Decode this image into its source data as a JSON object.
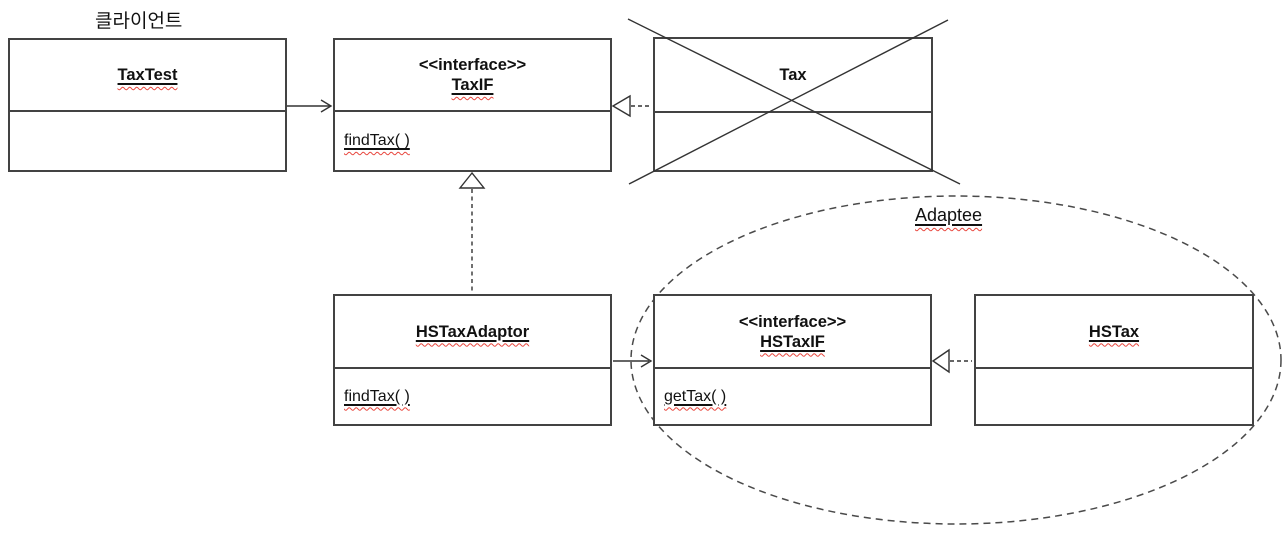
{
  "diagram": {
    "labels": {
      "client": "클라이언트",
      "adaptee": "Adaptee"
    },
    "classes": {
      "taxtest": {
        "name": "TaxTest"
      },
      "taxif": {
        "stereotype": "<<interface>>",
        "name": "TaxIF",
        "method": "findTax( )"
      },
      "tax": {
        "name": "Tax"
      },
      "hstaxadaptor": {
        "name": "HSTaxAdaptor",
        "method": "findTax( )"
      },
      "hstaxif": {
        "stereotype": "<<interface>>",
        "name": "HSTaxIF",
        "method": "getTax( )"
      },
      "hstax": {
        "name": "HSTax"
      }
    },
    "colors": {
      "line": "#434343",
      "connector": "#333333",
      "ellipse": "#4a4a4a",
      "squiggle": "#e8453c",
      "text": "#111111"
    }
  }
}
